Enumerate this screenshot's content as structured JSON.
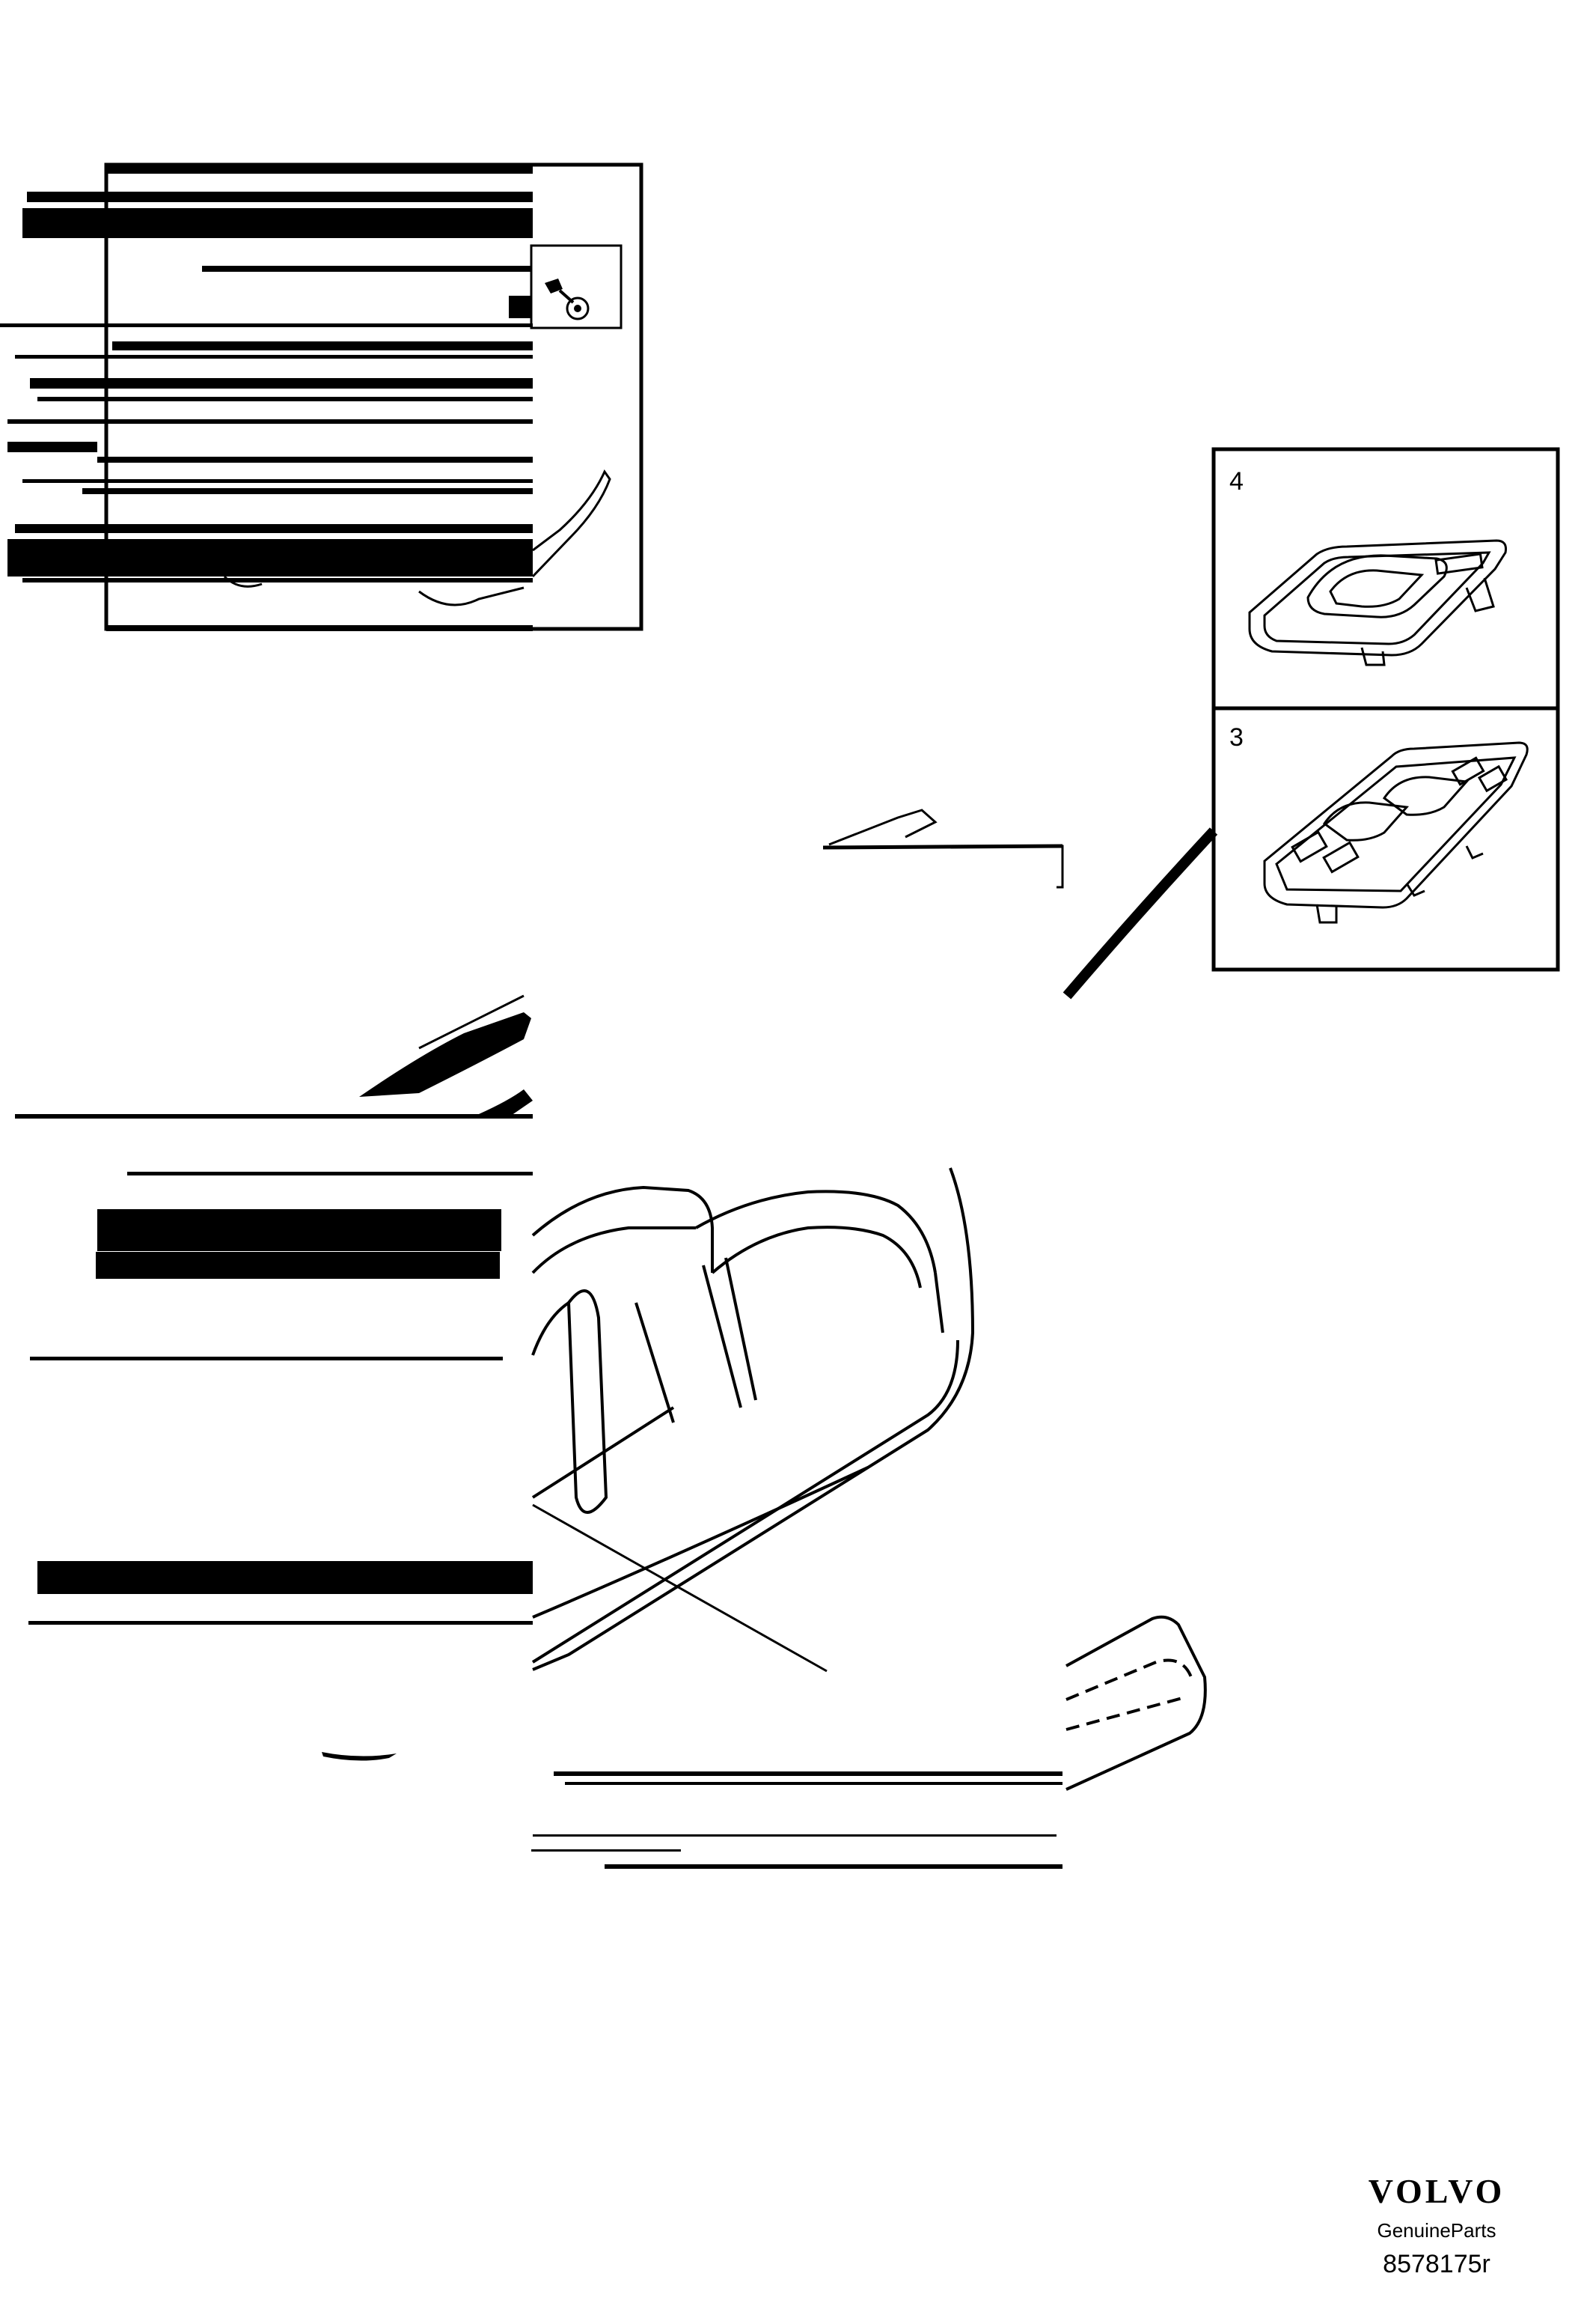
{
  "diagram": {
    "callouts": {
      "part_4": "4",
      "part_3": "3"
    }
  },
  "brand": {
    "logo": "VOLVO",
    "tagline": "GenuineParts",
    "drawing_id": "8578175r"
  }
}
